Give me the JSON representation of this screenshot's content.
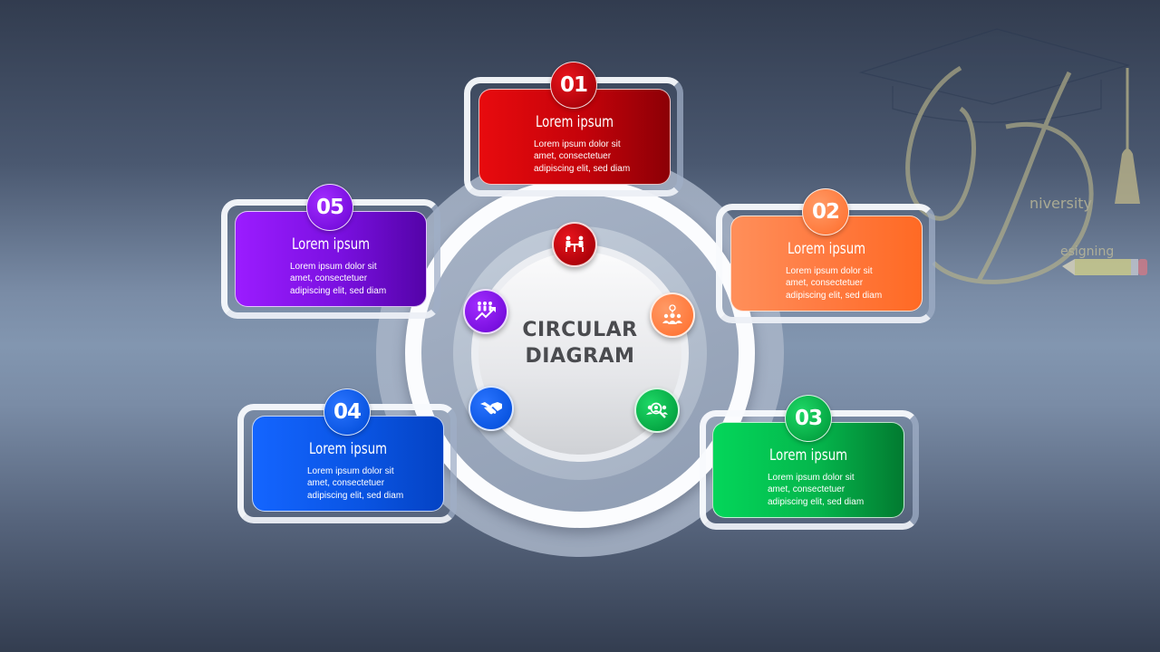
{
  "center": {
    "title_line1": "CIRCULAR",
    "title_line2": "DIAGRAM"
  },
  "items": [
    {
      "number": "01",
      "title": "Lorem ipsum",
      "body": "Lorem ipsum dolor sit\namet, consectetuer\nadipiscing elit, sed diam",
      "color": "#d1040b",
      "icon": "meeting-icon"
    },
    {
      "number": "02",
      "title": "Lorem ipsum",
      "body": "Lorem ipsum dolor sit\namet, consectetuer\nadipiscing elit, sed diam",
      "color": "#ff7a3c",
      "icon": "team-idea-icon"
    },
    {
      "number": "03",
      "title": "Lorem ipsum",
      "body": "Lorem ipsum dolor sit\namet, consectetuer\nadipiscing elit, sed diam",
      "color": "#05b64c",
      "icon": "team-search-icon"
    },
    {
      "number": "04",
      "title": "Lorem ipsum",
      "body": "Lorem ipsum dolor sit\namet, consectetuer\nadipiscing elit, sed diam",
      "color": "#0b56e2",
      "icon": "handshake-icon"
    },
    {
      "number": "05",
      "title": "Lorem ipsum",
      "body": "Lorem ipsum dolor sit\namet, consectetuer\nadipiscing elit, sed diam",
      "color": "#7a10e0",
      "icon": "team-growth-icon"
    }
  ],
  "watermark": {
    "word1": "niversity",
    "word2": "esigning"
  },
  "colors": {
    "background_top": "#323c4f",
    "background_mid": "#8296b0",
    "center_text": "#4a4b4f"
  }
}
